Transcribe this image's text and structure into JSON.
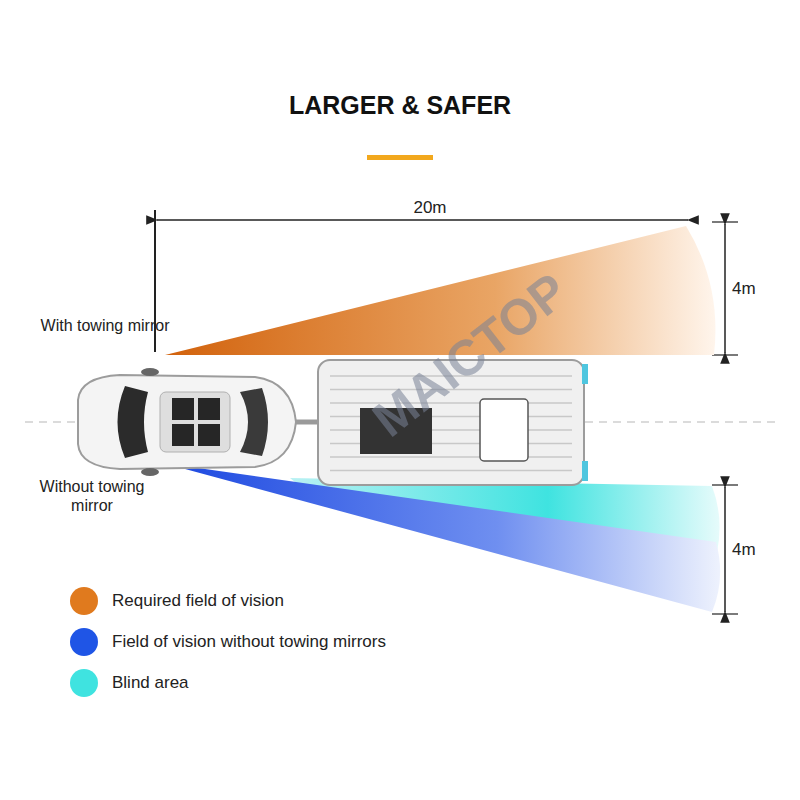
{
  "diagram": {
    "title": "LARGER & SAFER",
    "labels": [
      "20m",
      "4m",
      "With towing mirror",
      "Without towing mirror",
      "4m",
      "MAICTOP"
    ],
    "legend": [
      {
        "text": "Required field of vision",
        "color": "#e07a1e"
      },
      {
        "text": "Field of vision without towing mirrors",
        "color": "#1f55e6"
      },
      {
        "text": "Blind area",
        "color": "#3fe3e0"
      }
    ]
  }
}
